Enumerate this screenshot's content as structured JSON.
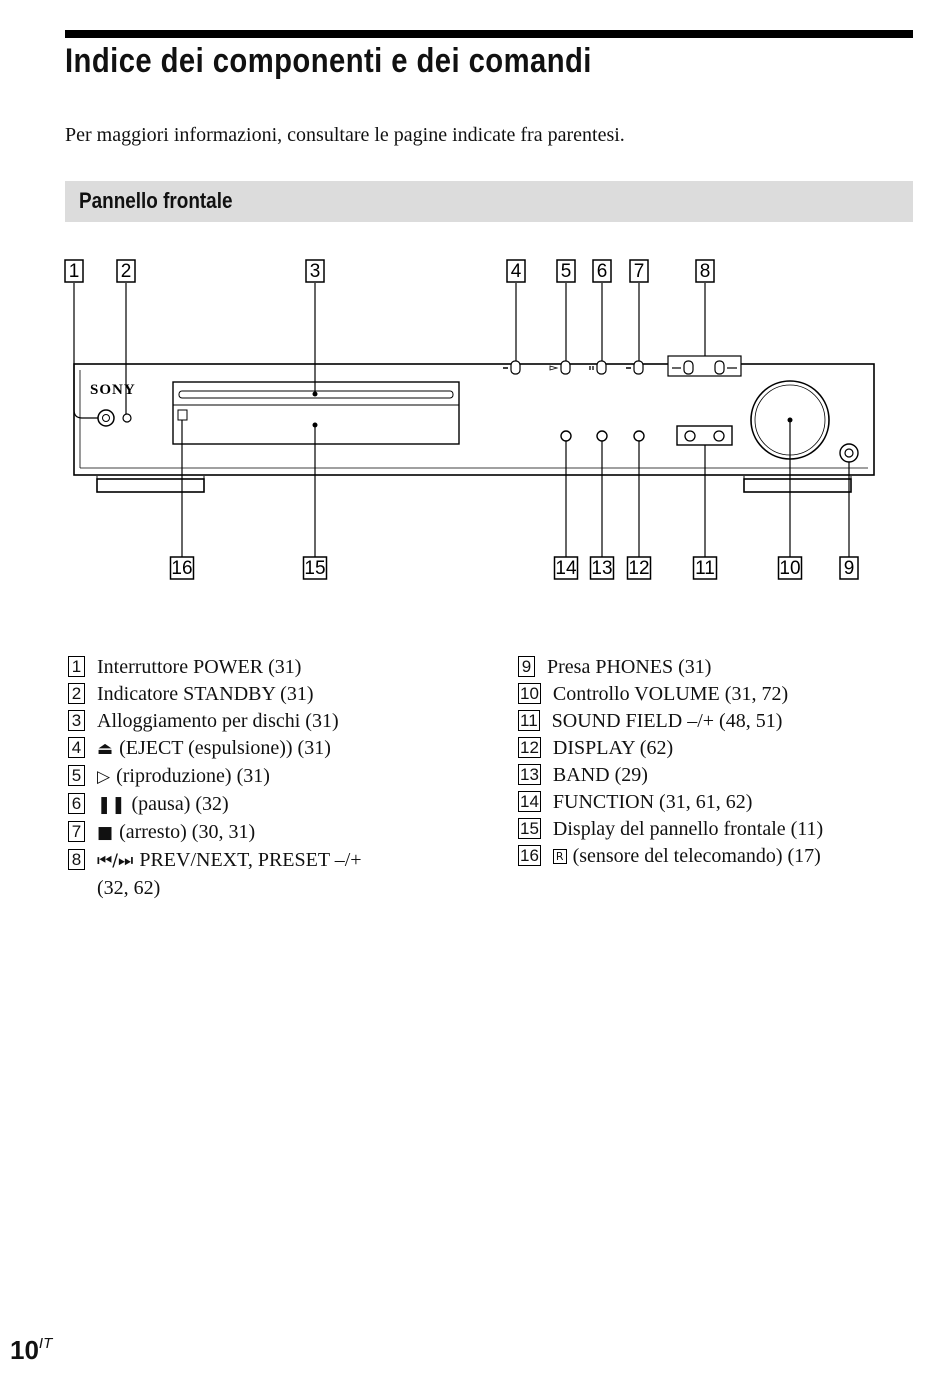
{
  "page": {
    "title": "Indice dei componenti e dei comandi",
    "intro": "Per maggiori informazioni, consultare le pagine indicate fra parentesi.",
    "section_title": "Pannello frontale",
    "page_number": "10",
    "page_suffix": "IT"
  },
  "diagram": {
    "brand_logo": "SONY",
    "callouts_top": [
      "1",
      "2",
      "3",
      "4",
      "5",
      "6",
      "7",
      "8"
    ],
    "callouts_bottom": [
      "16",
      "15",
      "14",
      "13",
      "12",
      "11",
      "10",
      "9"
    ]
  },
  "legend": {
    "left": [
      {
        "num": "1",
        "text": "Interruttore POWER (31)"
      },
      {
        "num": "2",
        "text": "Indicatore STANDBY (31)"
      },
      {
        "num": "3",
        "text": "Alloggiamento per dischi (31)"
      },
      {
        "num": "4",
        "symbol": "⏏",
        "symbol_icon": "eject-icon",
        "text": "(EJECT (espulsione)) (31)"
      },
      {
        "num": "5",
        "symbol": "▷",
        "symbol_icon": "play-icon",
        "text": "(riproduzione) (31)"
      },
      {
        "num": "6",
        "symbol": "❚❚",
        "symbol_icon": "pause-icon",
        "text": "(pausa) (32)"
      },
      {
        "num": "7",
        "symbol": "■",
        "symbol_icon": "stop-icon",
        "text": "(arresto) (30, 31)"
      },
      {
        "num": "8",
        "symbol": "⏮/⏭",
        "symbol_icon": "prev-next-icon",
        "text": "PREV/NEXT, PRESET –/+",
        "text2": "(32, 62)"
      }
    ],
    "right": [
      {
        "num": "9",
        "text": "Presa PHONES (31)"
      },
      {
        "num": "10",
        "text": "Controllo VOLUME (31, 72)"
      },
      {
        "num": "11",
        "text": "SOUND FIELD –/+ (48, 51)"
      },
      {
        "num": "12",
        "text": "DISPLAY (62)"
      },
      {
        "num": "13",
        "text": "BAND (29)"
      },
      {
        "num": "14",
        "text": "FUNCTION (31, 61, 62)"
      },
      {
        "num": "15",
        "text": "Display del pannello frontale (11)"
      },
      {
        "num": "16",
        "symbol": "R",
        "symbol_icon": "remote-sensor-icon",
        "text": "(sensore del telecomando) (17)"
      }
    ]
  }
}
